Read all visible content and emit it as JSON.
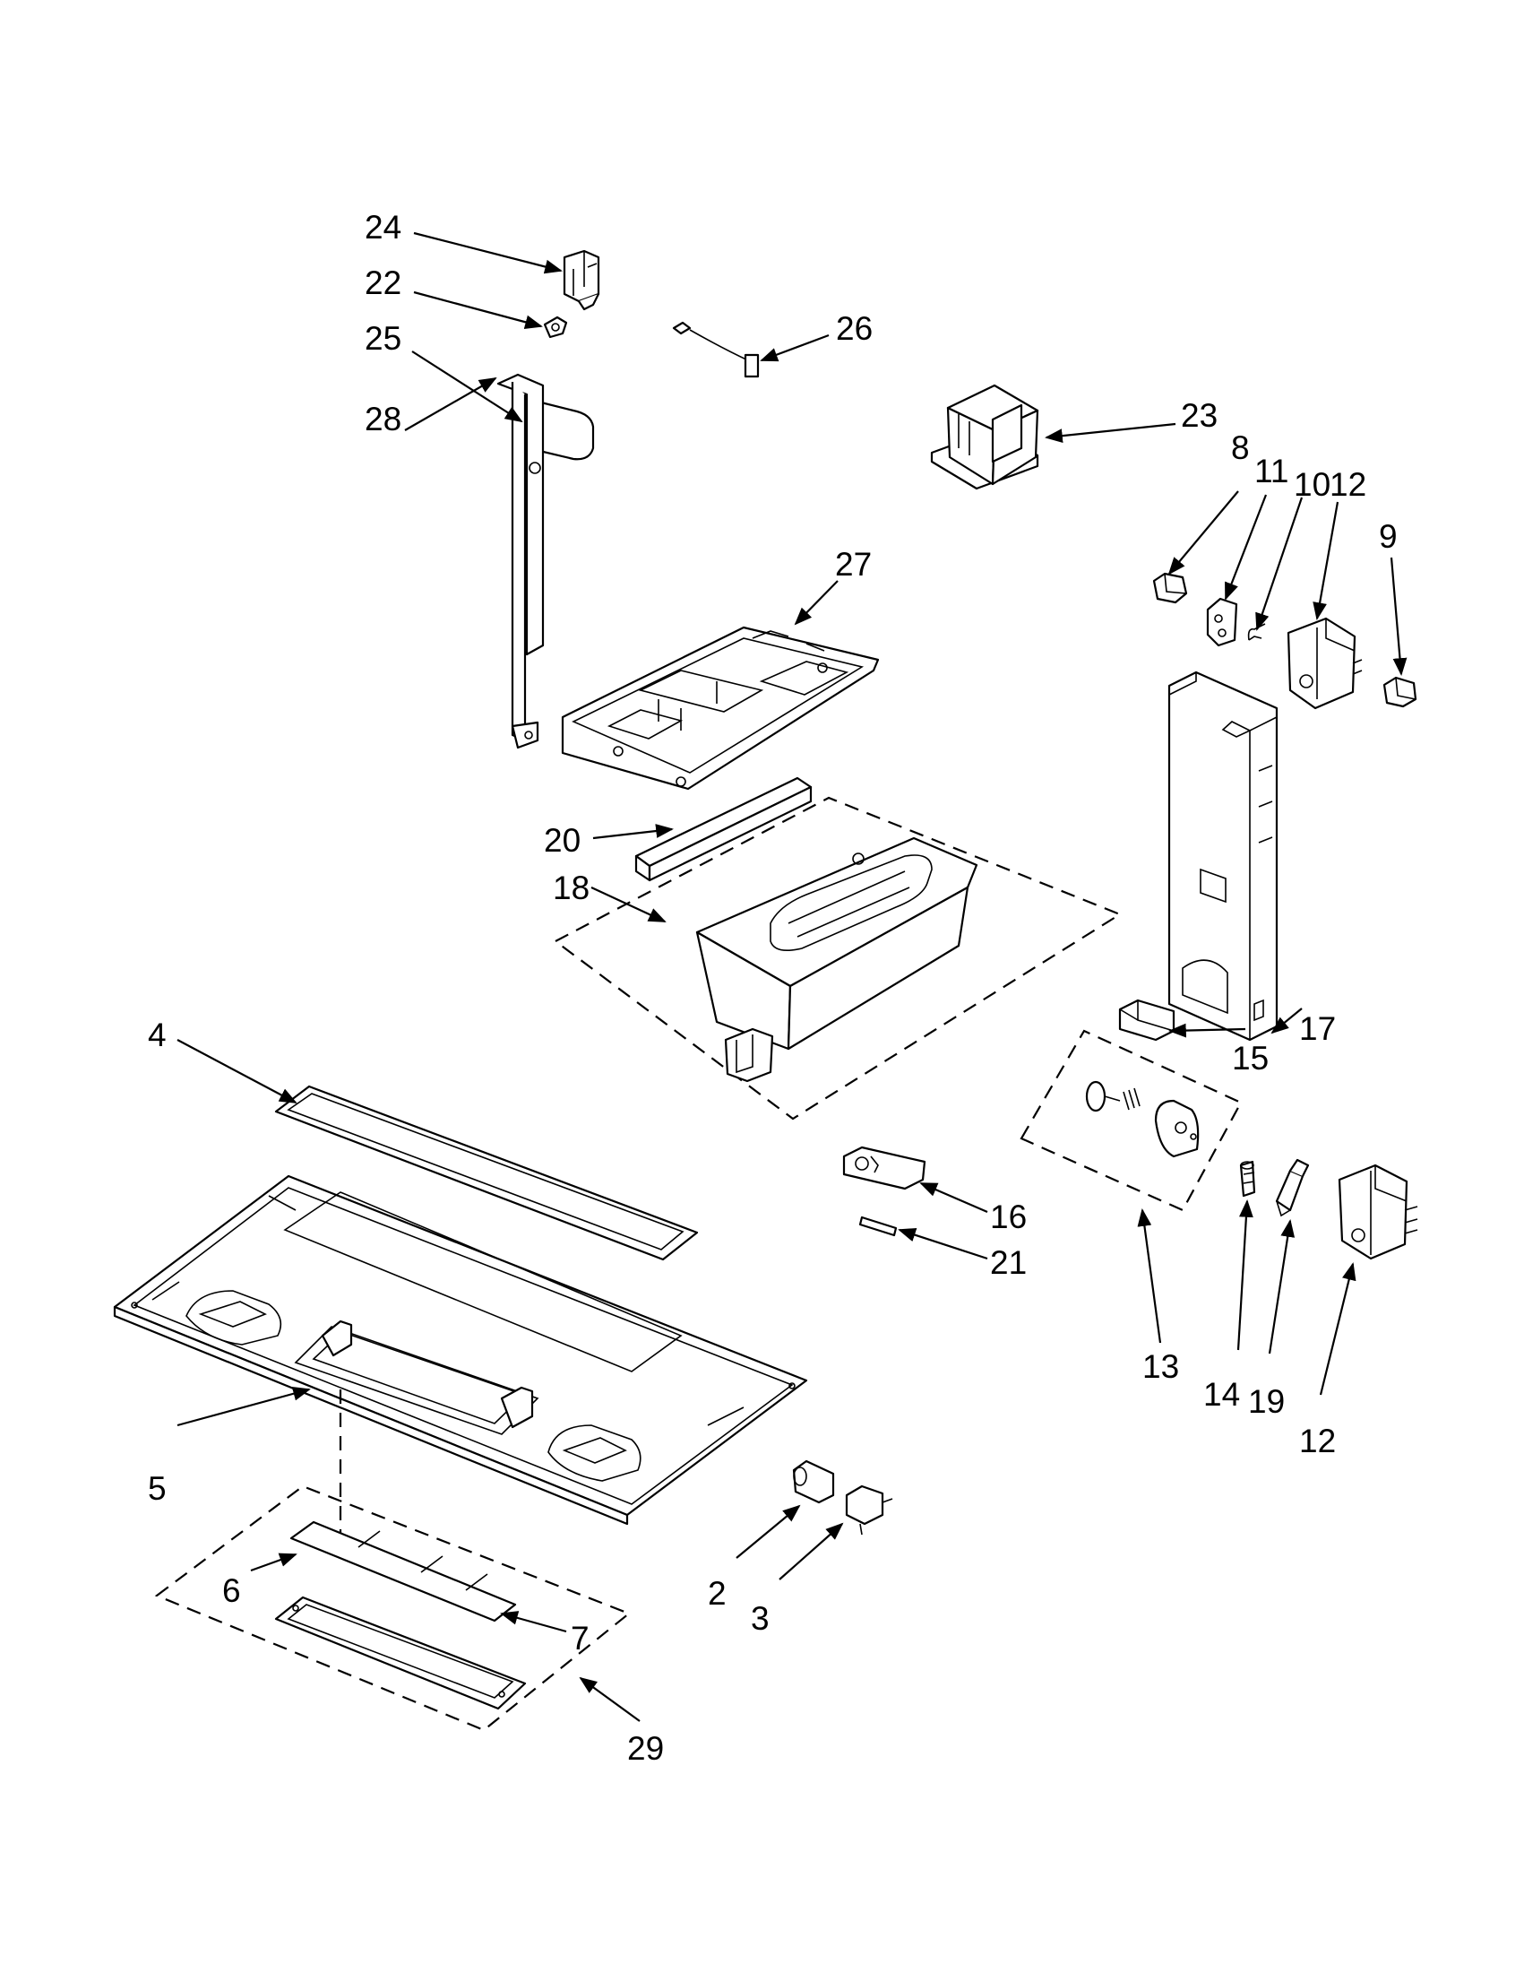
{
  "callouts": [
    {
      "id": "24",
      "label": "24"
    },
    {
      "id": "22",
      "label": "22"
    },
    {
      "id": "25",
      "label": "25"
    },
    {
      "id": "28",
      "label": "28"
    },
    {
      "id": "26",
      "label": "26"
    },
    {
      "id": "23",
      "label": "23"
    },
    {
      "id": "8",
      "label": "8"
    },
    {
      "id": "11",
      "label": "11"
    },
    {
      "id": "10",
      "label": "10"
    },
    {
      "id": "12a",
      "label": "12"
    },
    {
      "id": "9",
      "label": "9"
    },
    {
      "id": "27",
      "label": "27"
    },
    {
      "id": "20",
      "label": "20"
    },
    {
      "id": "18",
      "label": "18"
    },
    {
      "id": "17",
      "label": "17"
    },
    {
      "id": "15",
      "label": "15"
    },
    {
      "id": "4",
      "label": "4"
    },
    {
      "id": "16",
      "label": "16"
    },
    {
      "id": "21",
      "label": "21"
    },
    {
      "id": "13",
      "label": "13"
    },
    {
      "id": "14",
      "label": "14"
    },
    {
      "id": "19",
      "label": "19"
    },
    {
      "id": "12b",
      "label": "12"
    },
    {
      "id": "5",
      "label": "5"
    },
    {
      "id": "2",
      "label": "2"
    },
    {
      "id": "3",
      "label": "3"
    },
    {
      "id": "6",
      "label": "6"
    },
    {
      "id": "7",
      "label": "7"
    },
    {
      "id": "29",
      "label": "29"
    }
  ]
}
